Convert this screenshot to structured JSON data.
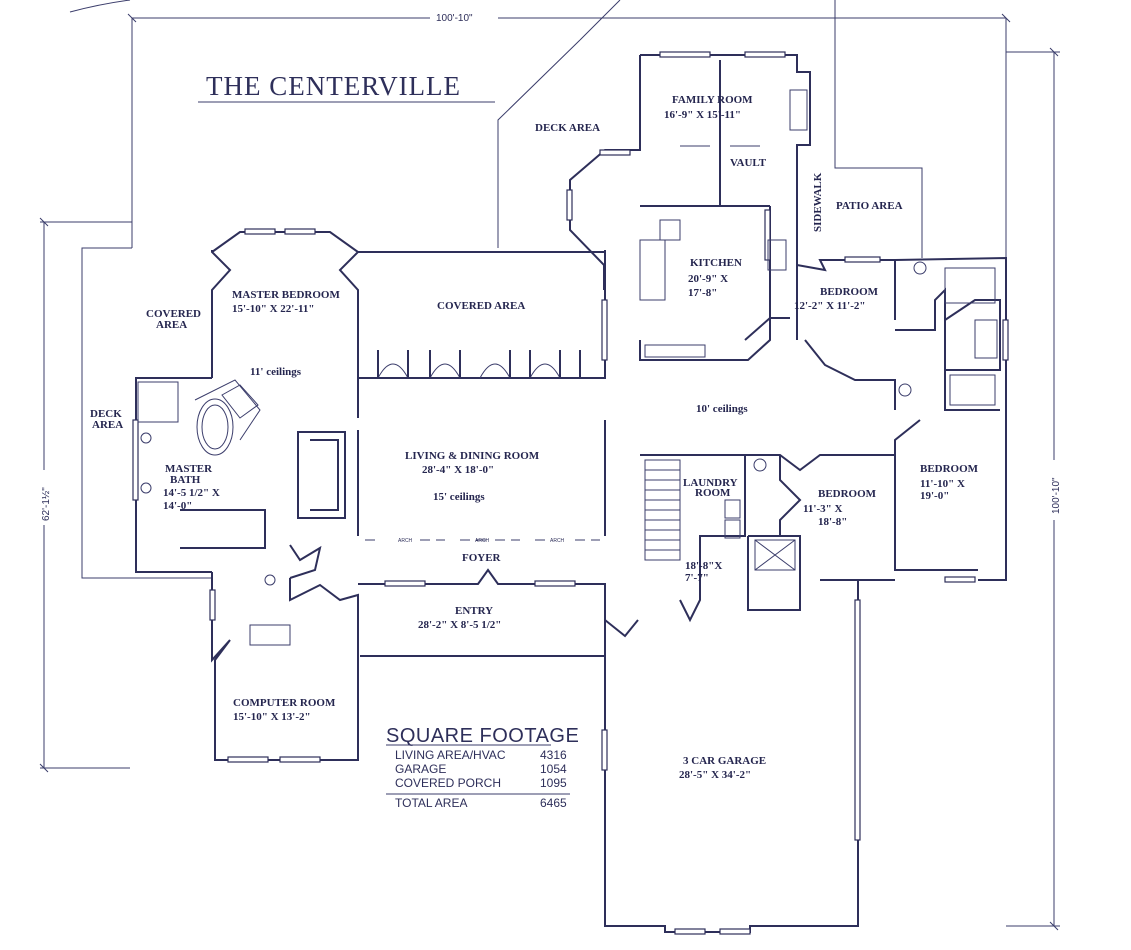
{
  "title": "THE CENTERVILLE",
  "dimensions": {
    "width": "100'-10\"",
    "depth_right": "100'-10\"",
    "depth_left": "62'-1½\""
  },
  "rooms": {
    "family_room": {
      "name": "FAMILY ROOM",
      "size": "16'-9\" X 15'-11\"",
      "note": "VAULT"
    },
    "deck_area_top": {
      "name": "DECK AREA"
    },
    "kitchen": {
      "name": "KITCHEN",
      "size1": "20'-9\" X",
      "size2": "17'-8\""
    },
    "sidewalk": {
      "name": "SIDEWALK"
    },
    "patio_area": {
      "name": "PATIO AREA"
    },
    "bedroom_ne": {
      "name": "BEDROOM",
      "size": "12'-2\" X 11'-2\""
    },
    "master_bedroom": {
      "name": "MASTER BEDROOM",
      "size": "15'-10\" X 22'-11\"",
      "ceiling": "11' ceilings"
    },
    "covered_area_left": {
      "line1": "COVERED",
      "line2": "AREA"
    },
    "covered_area_mid": {
      "name": "COVERED AREA"
    },
    "deck_area_left": {
      "line1": "DECK",
      "line2": "AREA"
    },
    "master_bath": {
      "line1": "MASTER",
      "line2": "BATH",
      "size1": "14'-5 1/2\" X",
      "size2": "14'-0\""
    },
    "living_dining": {
      "name": "LIVING & DINING ROOM",
      "size": "28'-4\" X 18'-0\"",
      "ceiling": "15' ceilings"
    },
    "hall_ceiling": "10' ceilings",
    "laundry": {
      "line1": "LAUNDRY",
      "line2": "ROOM",
      "size1": "18'-8\"X",
      "size2": "7'-7\""
    },
    "bedroom_mid": {
      "name": "BEDROOM",
      "size1": "11'-3\" X",
      "size2": "18'-8\""
    },
    "bedroom_e": {
      "name": "BEDROOM",
      "size1": "11'-10\" X",
      "size2": "19'-0\""
    },
    "foyer": {
      "name": "FOYER"
    },
    "entry": {
      "name": "ENTRY",
      "size": "28'-2\" X 8'-5 1/2\""
    },
    "computer_room": {
      "name": "COMPUTER ROOM",
      "size": "15'-10\" X 13'-2\""
    },
    "garage": {
      "name": "3 CAR GARAGE",
      "size": "28'-5\" X 34'-2\""
    },
    "arch_label": "ARCH"
  },
  "square_footage": {
    "heading": "SQUARE FOOTAGE",
    "rows": [
      {
        "label": "LIVING AREA/HVAC",
        "value": "4316"
      },
      {
        "label": "GARAGE",
        "value": "1054"
      },
      {
        "label": "COVERED PORCH",
        "value": "1095"
      }
    ],
    "total": {
      "label": "TOTAL AREA",
      "value": "6465"
    }
  }
}
